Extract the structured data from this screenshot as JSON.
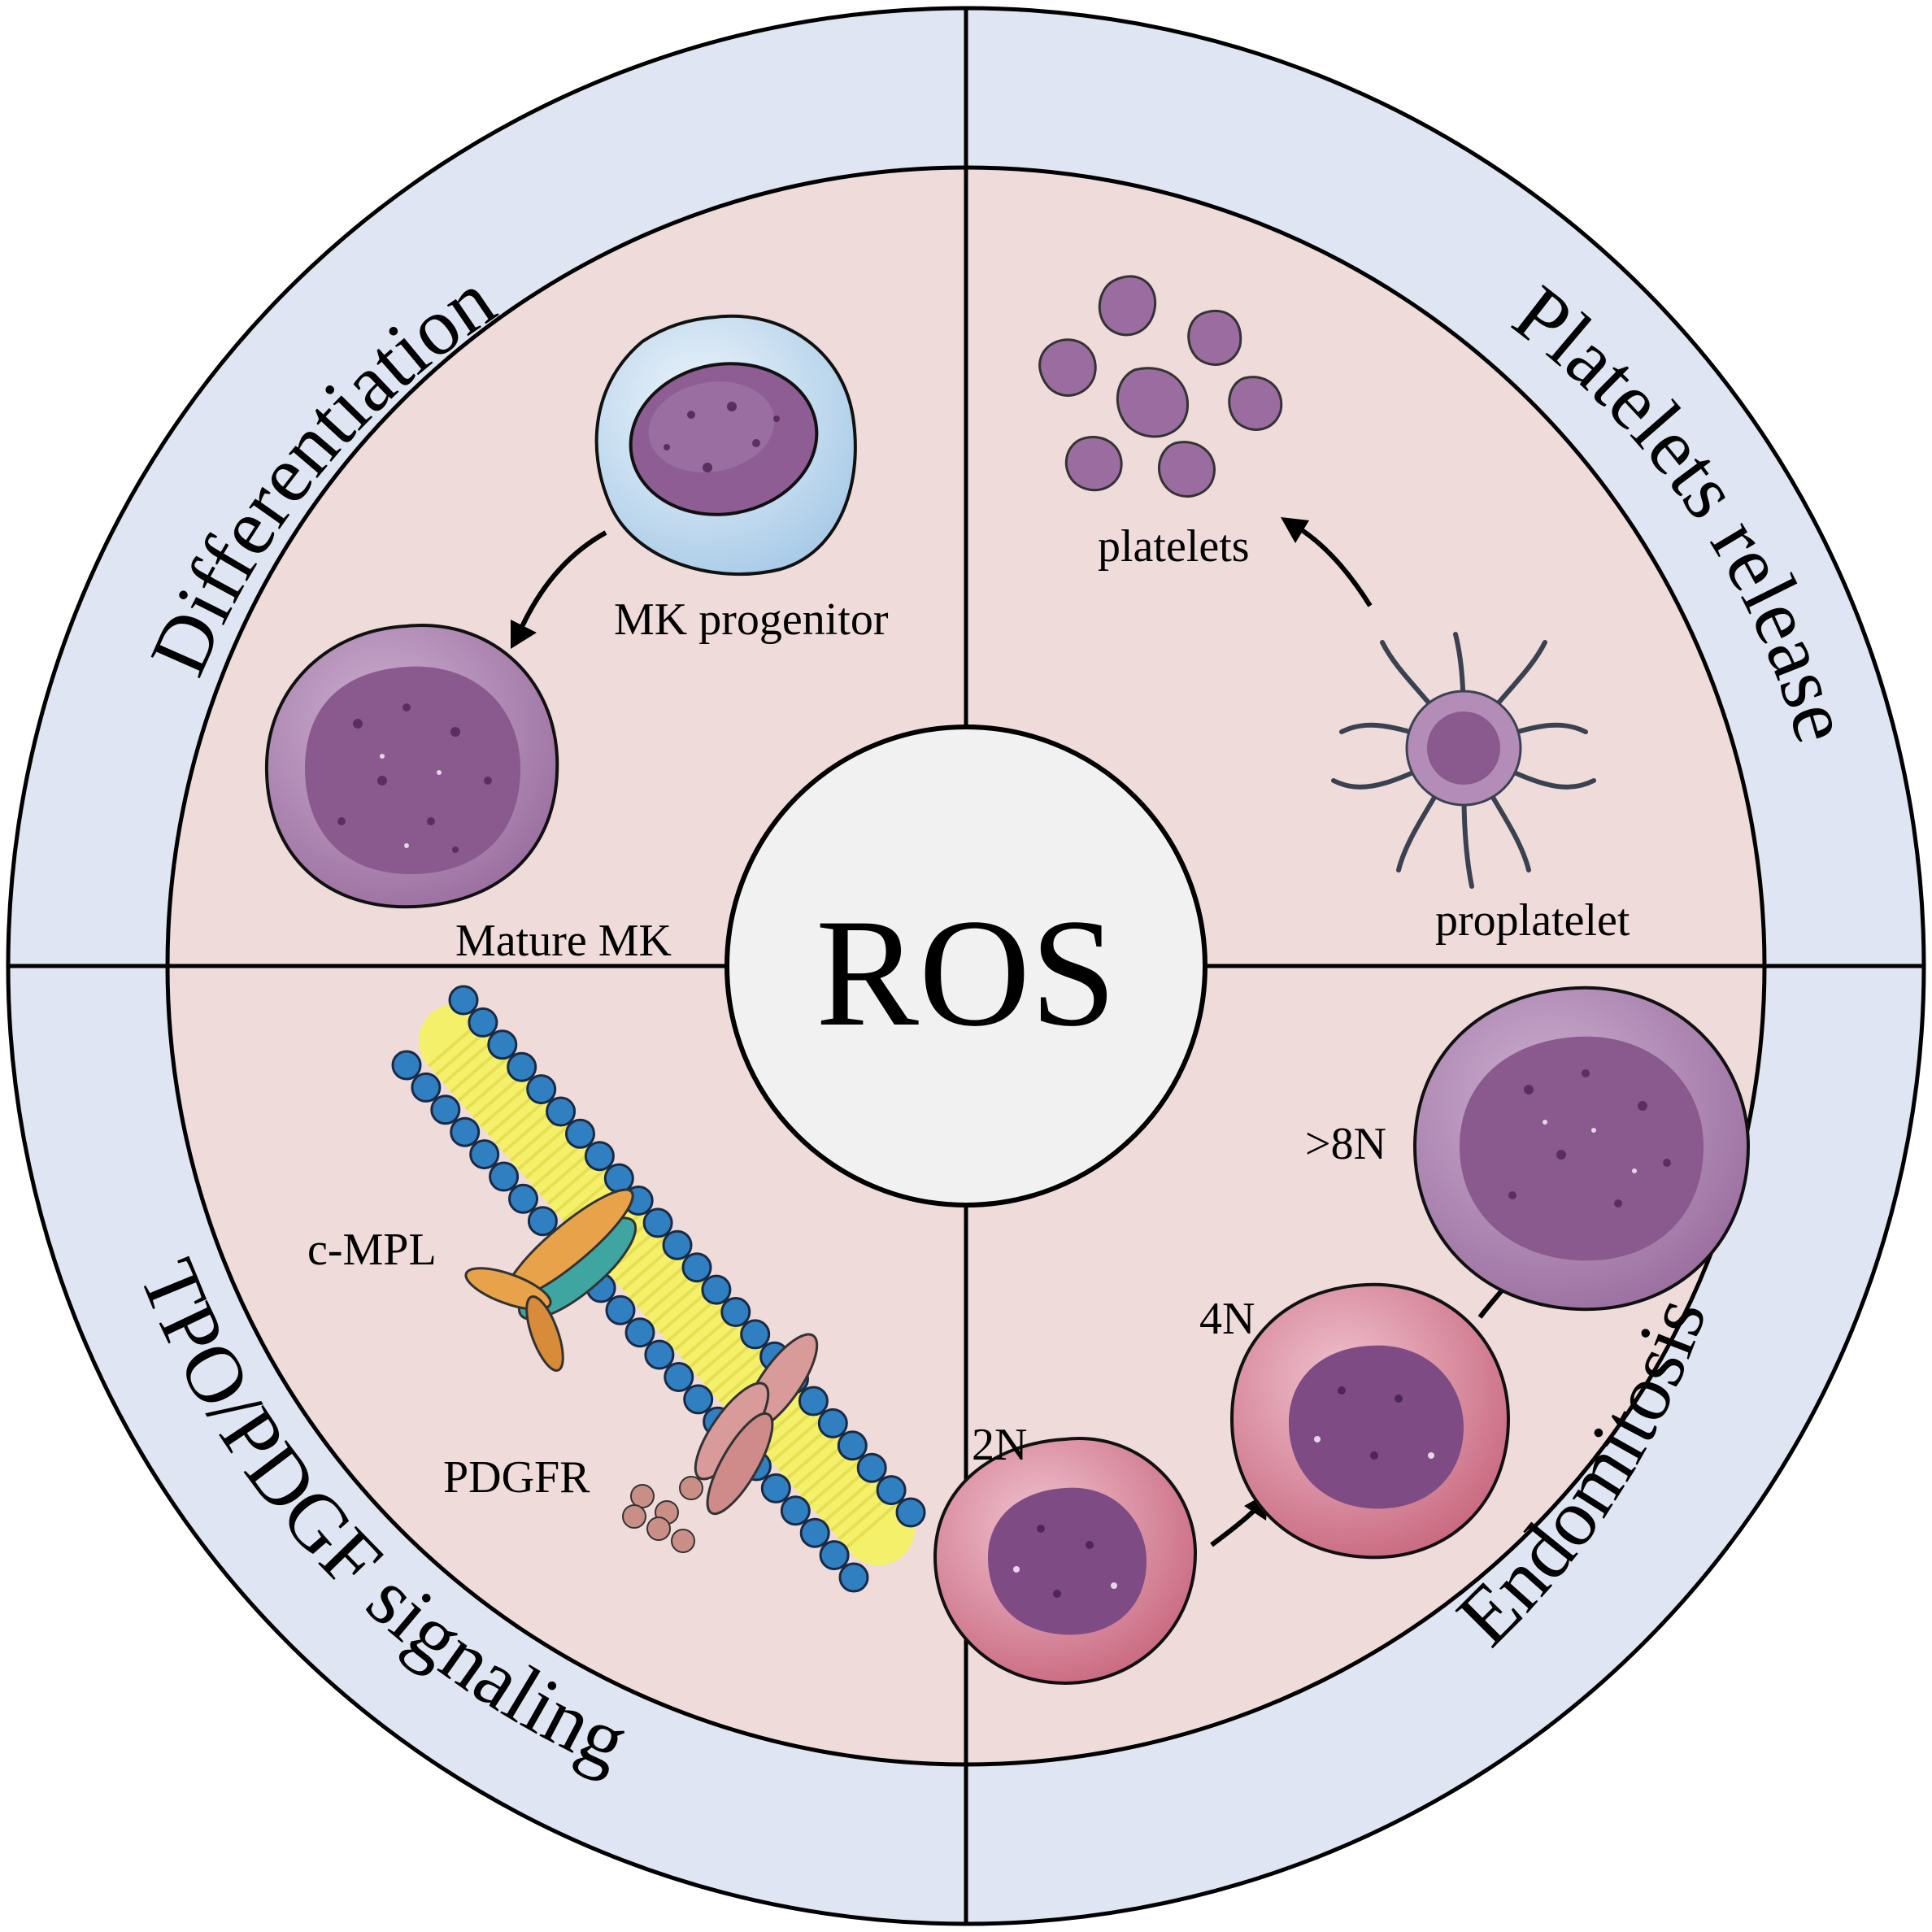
{
  "center": {
    "label": "ROS"
  },
  "ring_labels": {
    "top_left": "Differentiation",
    "top_right": "Platelets release",
    "bottom_left": "TPO/PDGF signaling",
    "bottom_right": "Endomitosis"
  },
  "labels": {
    "mk_progenitor": "MK progenitor",
    "mature_mk": "Mature MK",
    "platelets": "platelets",
    "proplatelet": "proplatelet",
    "c_mpl": "c-MPL",
    "pdgfr": "PDGFR",
    "ploidy_2n": "2N",
    "ploidy_4n": "4N",
    "ploidy_8n": ">8N"
  },
  "colors": {
    "outer_ring": "#dfe5f2",
    "inner_disc": "#f0dbdb",
    "center": "#f1f1f1",
    "nucleus": "#8a5a8e",
    "cell_purple": "#b48cb8",
    "cell_pink": "#e0a3b5",
    "progenitor_blue": "#cfe2f3",
    "membrane_blue": "#2f7fc1",
    "membrane_yellow": "#f5f06a",
    "receptor_orange": "#e8a24a",
    "receptor_teal": "#3fa5a0",
    "pdgfr_pink": "#d99a9a"
  }
}
